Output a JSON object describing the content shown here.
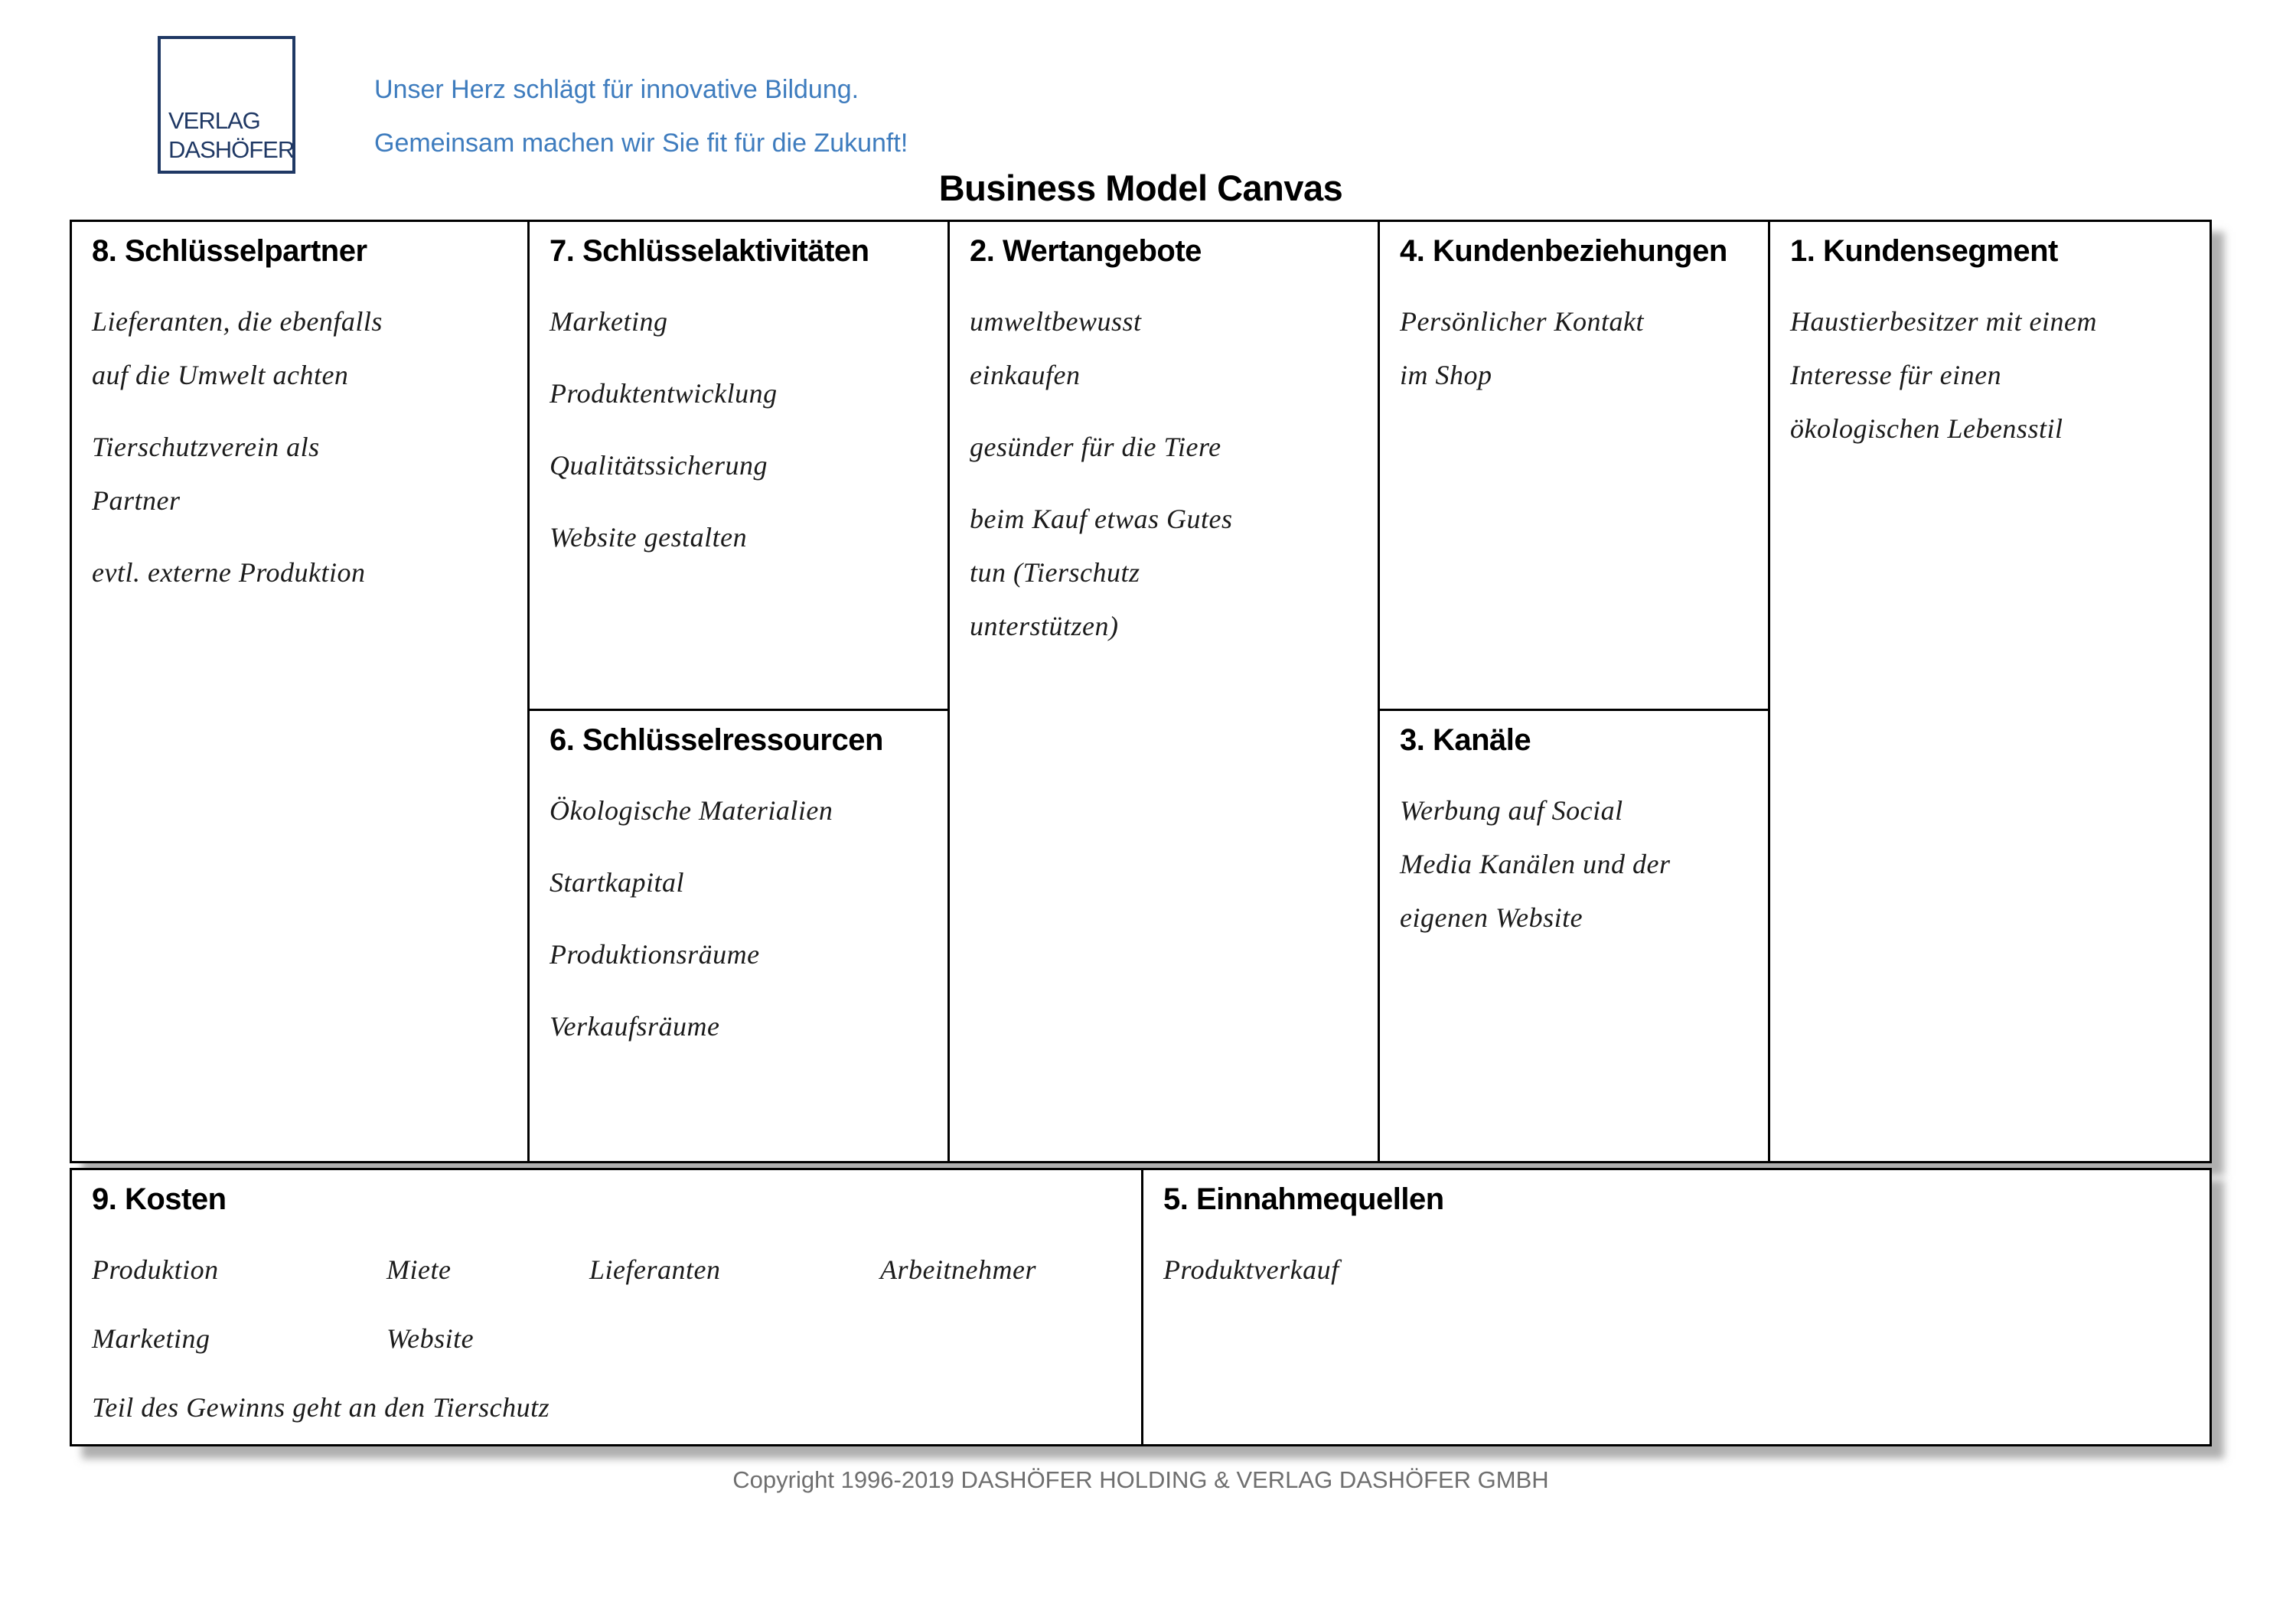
{
  "colors": {
    "logo_navy": "#1F3864",
    "tagline_blue": "#3E7CBE",
    "border_black": "#000000",
    "copyright_gray": "#6F6F6F"
  },
  "header": {
    "logo": {
      "line1": "VERLAG",
      "line2": "DASHÖFER"
    },
    "tagline": [
      "Unser Herz schlägt für innovative Bildung.",
      "Gemeinsam machen wir Sie fit für die Zukunft!"
    ]
  },
  "title": "Business Model Canvas",
  "canvas": {
    "schluesselpartner": {
      "heading": "8. Schlüsselpartner",
      "items": [
        "Lieferanten, die ebenfalls\nauf die Umwelt achten",
        "Tierschutzverein als\nPartner",
        "evtl. externe Produktion"
      ]
    },
    "schluesselaktivitaeten": {
      "heading": "7. Schlüsselaktivitäten",
      "items": [
        "Marketing",
        "Produktentwicklung",
        "Qualitätssicherung",
        "Website gestalten"
      ]
    },
    "schluesselressourcen": {
      "heading": "6. Schlüsselressourcen",
      "items": [
        "Ökologische Materialien",
        "Startkapital",
        "Produktionsräume",
        "Verkaufsräume"
      ]
    },
    "wertangebote": {
      "heading": "2. Wertangebote",
      "items": [
        "umweltbewusst\neinkaufen",
        "gesünder für die Tiere",
        "beim Kauf etwas Gutes\ntun (Tierschutz\nunterstützen)"
      ]
    },
    "kundenbeziehungen": {
      "heading": "4. Kundenbeziehungen",
      "items": [
        "Persönlicher Kontakt\nim Shop"
      ]
    },
    "kanaele": {
      "heading": "3. Kanäle",
      "items": [
        "Werbung auf Social\nMedia Kanälen und der\neigenen Website"
      ]
    },
    "kundensegment": {
      "heading": "1. Kundensegment",
      "items": [
        "Haustierbesitzer mit einem\nInteresse für einen\nökologischen Lebensstil"
      ]
    },
    "kosten": {
      "heading": "9. Kosten",
      "row1": [
        "Produktion",
        "Miete",
        "Lieferanten",
        "Arbeitnehmer"
      ],
      "row2": [
        "Marketing",
        "Website"
      ],
      "row3": "Teil des Gewinns geht an den Tierschutz"
    },
    "einnahmequellen": {
      "heading": "5. Einnahmequellen",
      "items": [
        "Produktverkauf"
      ]
    }
  },
  "footer": {
    "copyright": "Copyright 1996-2019 DASHÖFER HOLDING & VERLAG DASHÖFER GMBH"
  }
}
